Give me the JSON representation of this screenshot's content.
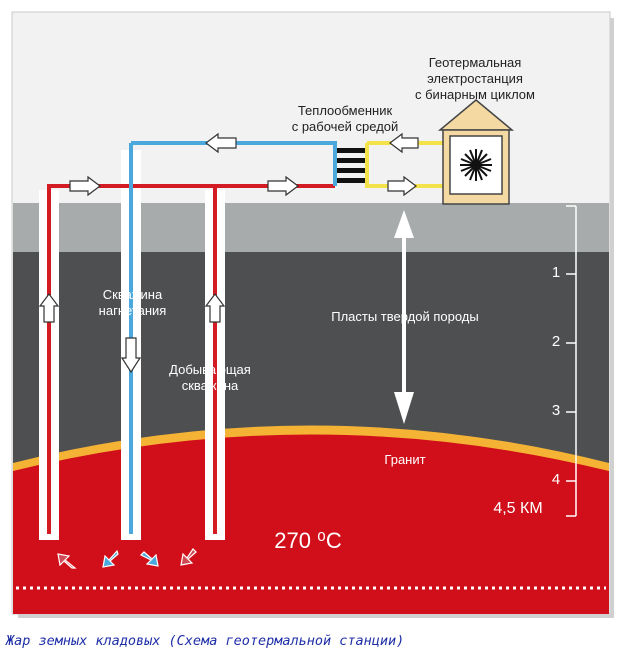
{
  "colors": {
    "sky": "#f2f2f2",
    "surface_band": "#a7abac",
    "rock": "#4d4f51",
    "granite_hot": "#d10f1a",
    "granite_edge": "#f5b335",
    "cold_pipe": "#4aa8dc",
    "hot_pipe": "#d31b24",
    "working_fluid": "#f3e24a",
    "plant_house": "#f4d9a2"
  },
  "labels": {
    "power_plant": [
      "Геотермальная",
      "электростанция",
      "с бинарным циклом"
    ],
    "heat_exchanger": [
      "Теплообменник",
      "с рабочей средой"
    ],
    "injection_well": [
      "Скважина",
      "нагнетания"
    ],
    "production_well": [
      "Добывающая",
      "скважина"
    ],
    "rock_layers": "Пласты твердой породы",
    "granite": "Гранит",
    "temperature": "270 ⁰С"
  },
  "depth_scale": {
    "ticks": [
      "1",
      "2",
      "3",
      "4"
    ],
    "max_label": "4,5 КМ"
  },
  "caption": "Жар земных кладовых  (Схема геотермальной станции)"
}
